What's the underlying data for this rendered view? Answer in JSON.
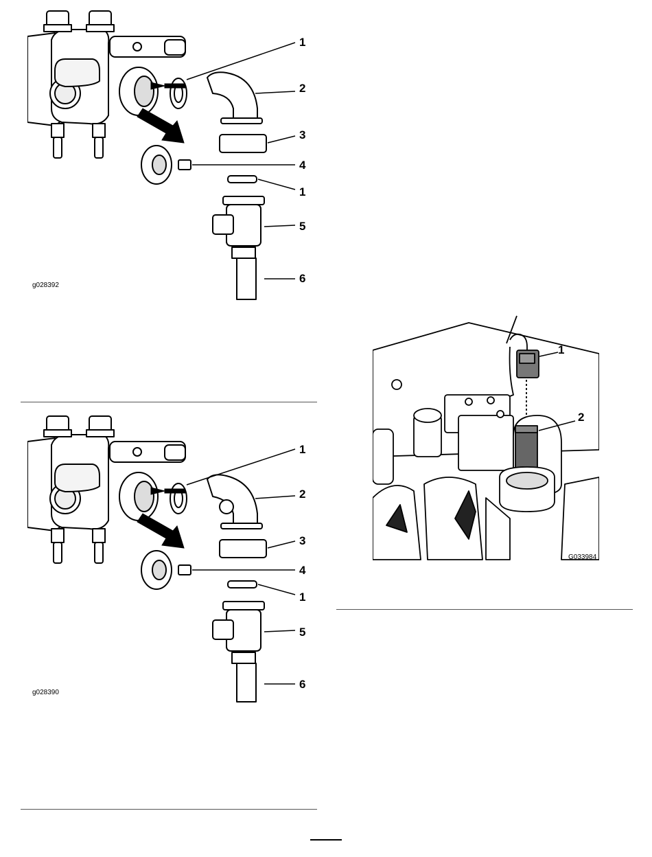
{
  "figures": [
    {
      "code": "g028392",
      "callouts": [
        "1",
        "2",
        "3",
        "4",
        "1",
        "5",
        "6"
      ]
    },
    {
      "code": "g028390",
      "callouts": [
        "1",
        "2",
        "3",
        "4",
        "1",
        "5",
        "6"
      ]
    },
    {
      "code": "G033984",
      "callouts": [
        "1",
        "2"
      ]
    }
  ],
  "page_number": ""
}
